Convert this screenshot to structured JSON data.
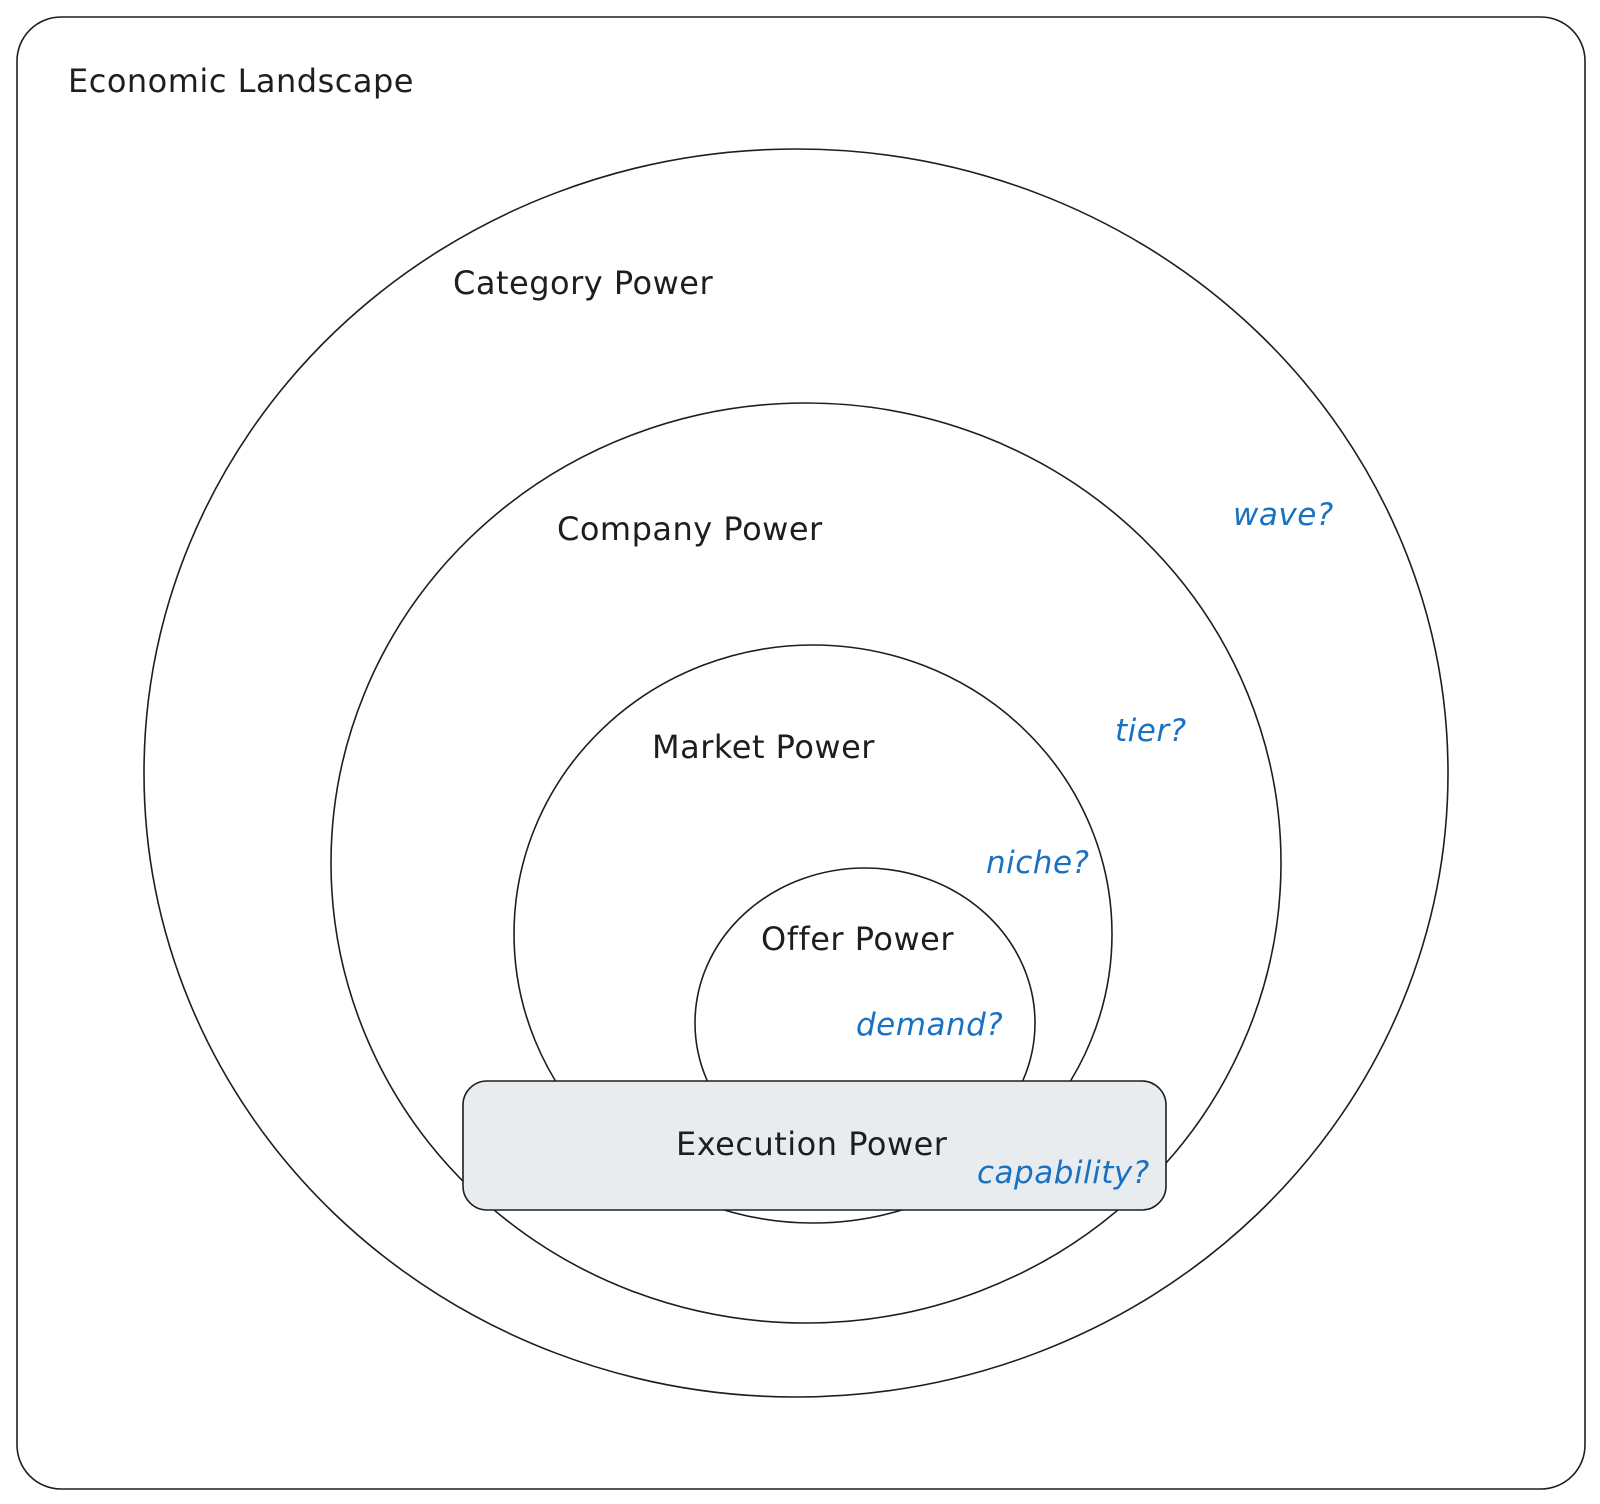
{
  "colors": {
    "stroke": "#1e1e1e",
    "question": "#1971c2",
    "execution_fill": "#e9ecef"
  },
  "landscape": {
    "title": "Economic Landscape"
  },
  "rings": [
    {
      "id": "category",
      "label": "Category Power",
      "question": "wave?"
    },
    {
      "id": "company",
      "label": "Company Power",
      "question": "tier?"
    },
    {
      "id": "market",
      "label": "Market Power",
      "question": "niche?"
    },
    {
      "id": "offer",
      "label": "Offer Power",
      "question": "demand?"
    }
  ],
  "execution": {
    "label": "Execution Power",
    "question": "capability?"
  }
}
